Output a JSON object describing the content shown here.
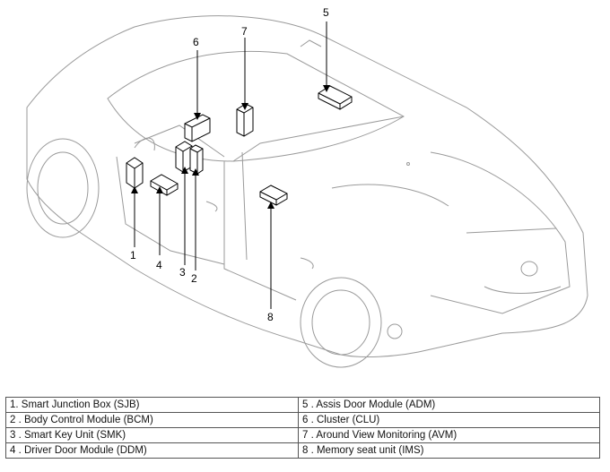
{
  "callouts": {
    "n1": "1",
    "n2": "2",
    "n3": "3",
    "n4": "4",
    "n5": "5",
    "n6": "6",
    "n7": "7",
    "n8": "8"
  },
  "legend": {
    "rows": [
      {
        "left": "1. Smart Junction Box (SJB)",
        "right": "5 . Assis Door Module (ADM)"
      },
      {
        "left": "2 . Body Control Module (BCM)",
        "right": "6 . Cluster (CLU)"
      },
      {
        "left": "3 . Smart Key Unit (SMK)",
        "right": "7 . Around View Monitoring (AVM)"
      },
      {
        "left": "4 . Driver Door Module (DDM)",
        "right": "8 . Memory seat unit (IMS)"
      }
    ]
  }
}
